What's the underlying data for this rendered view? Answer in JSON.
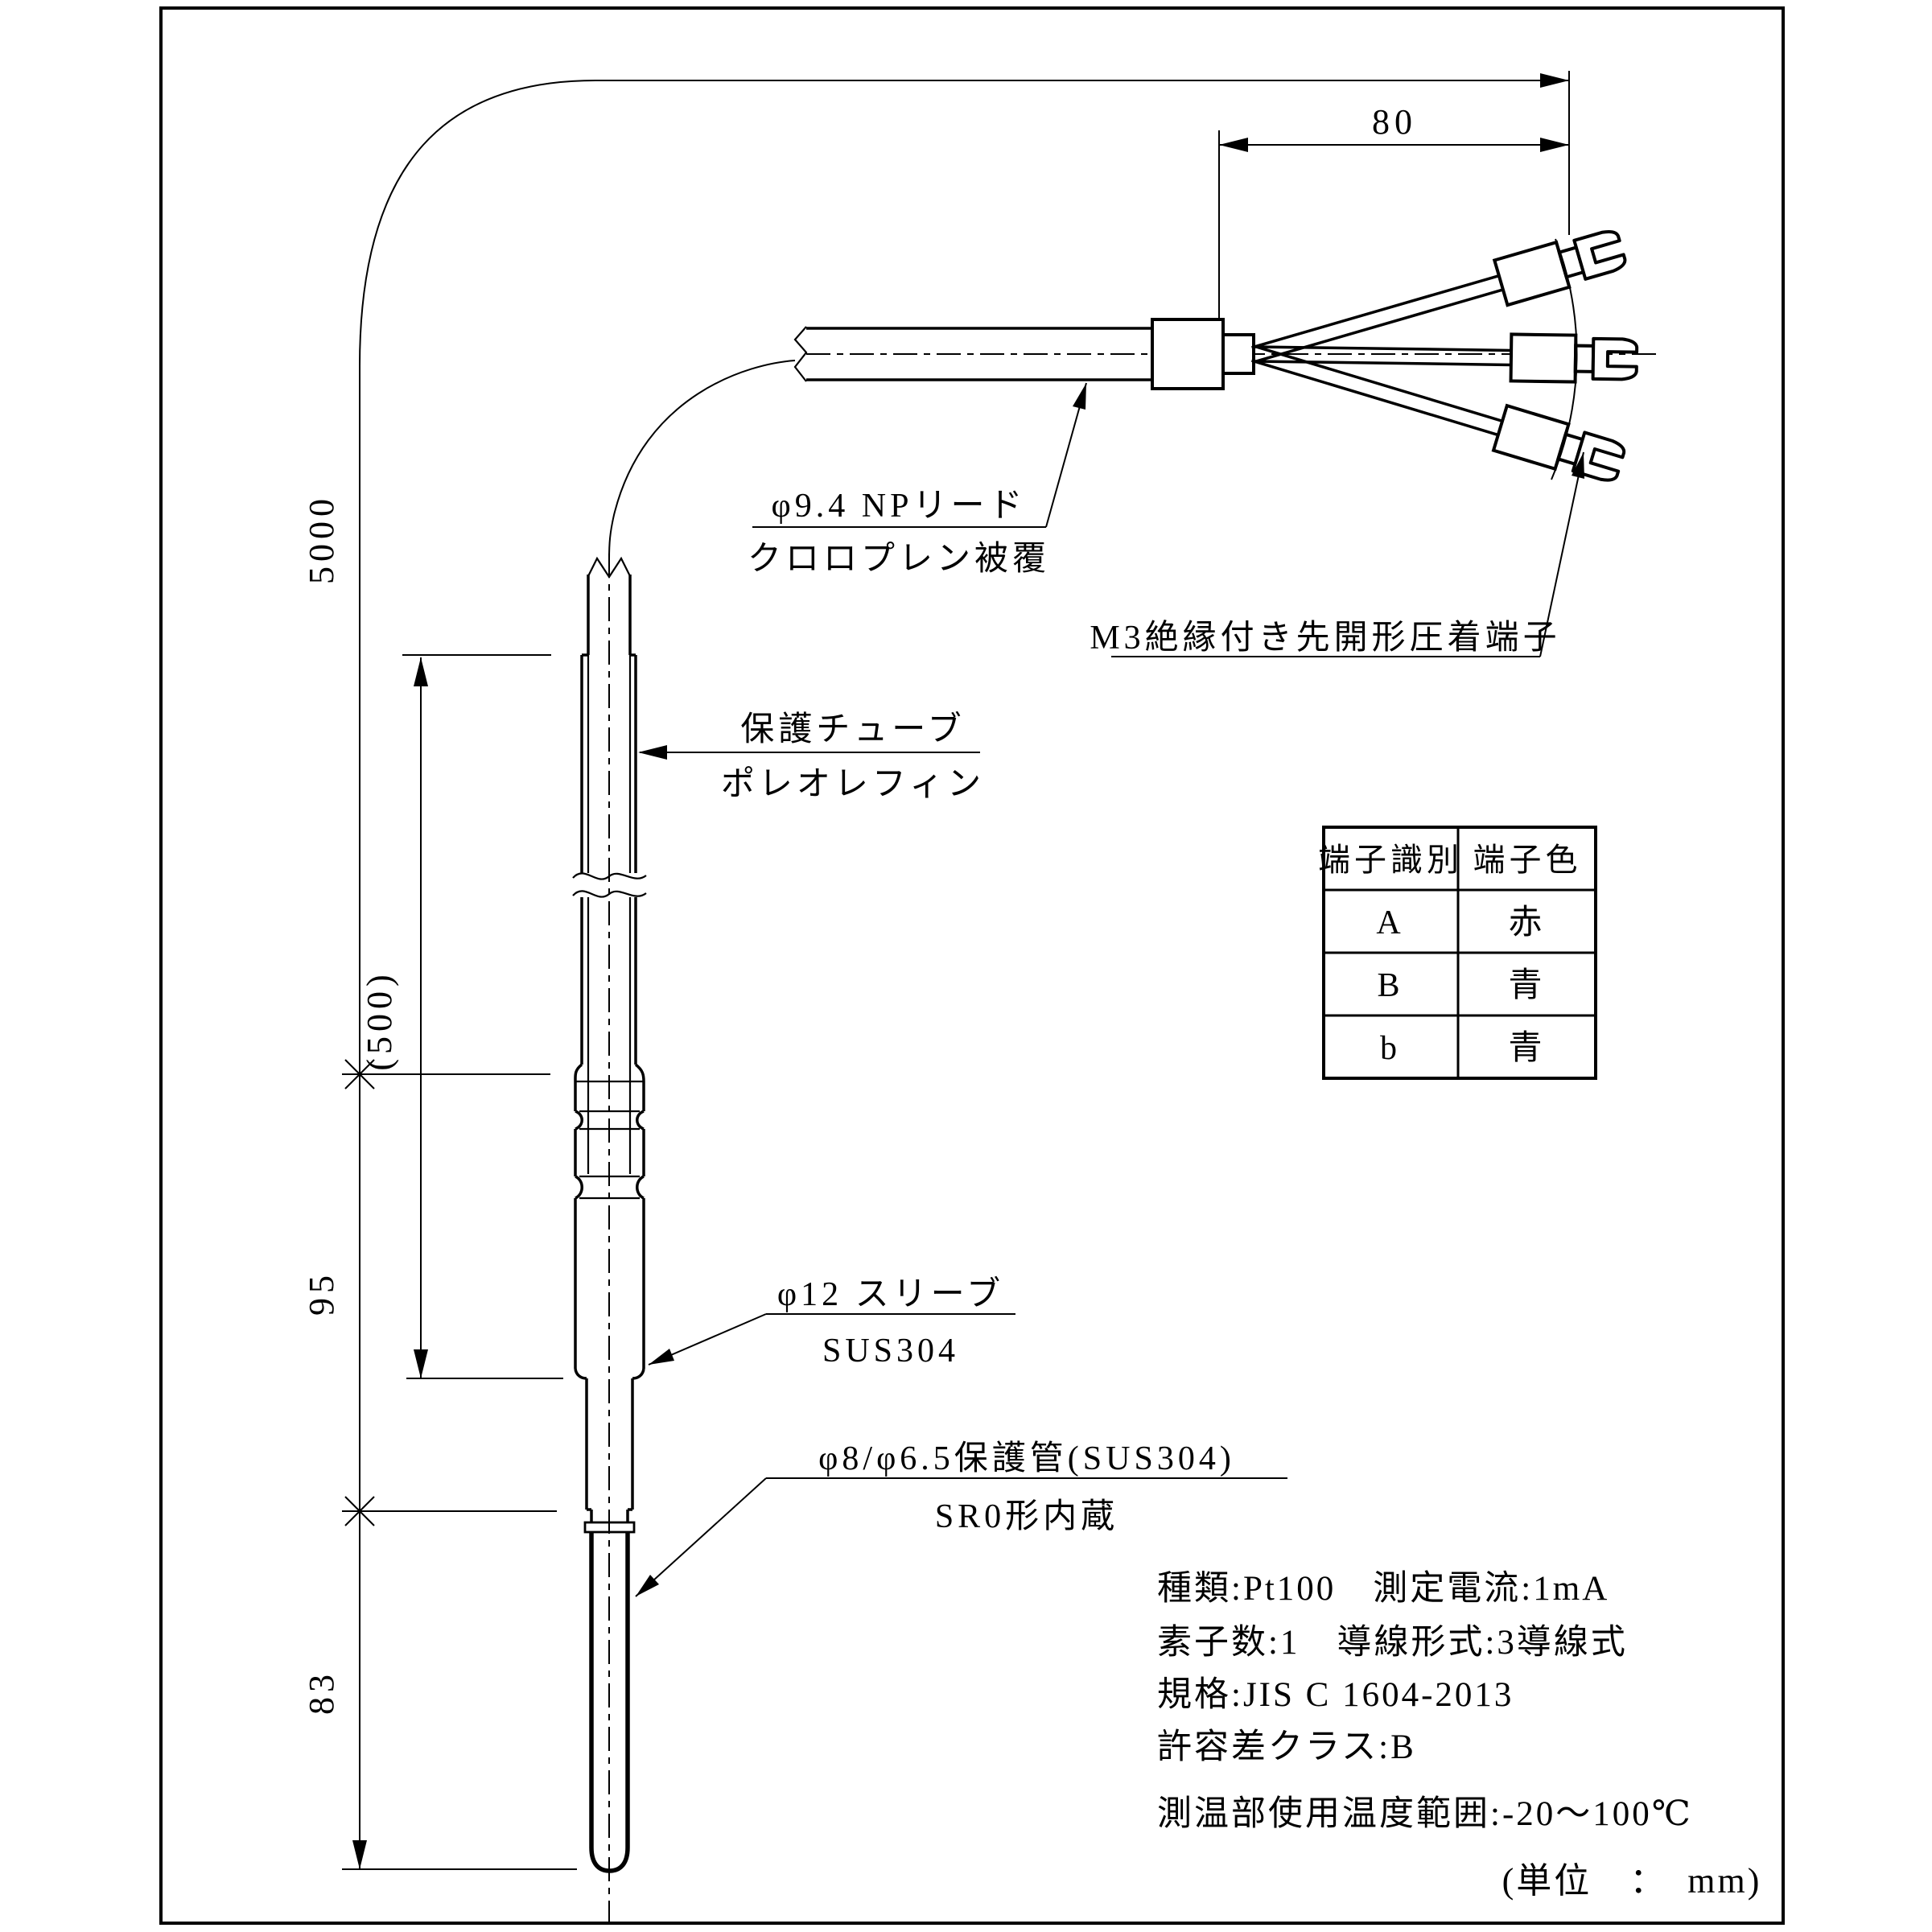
{
  "dims": {
    "total": "5000",
    "fan": "80",
    "tube": "(500)",
    "sleeve": "95",
    "probe": "83"
  },
  "labels": {
    "lead1": "φ9.4  NPリード",
    "lead2": "クロロプレン被覆",
    "terminal": "M3絶縁付き先開形圧着端子",
    "tube1": "保護チューブ",
    "tube2": "ポレオレフィン",
    "sleeve1": "φ12 スリーブ",
    "sleeve2": "SUS304",
    "sheath1": "φ8/φ6.5保護管(SUS304)",
    "sheath2": "SR0形内蔵"
  },
  "table": {
    "headers": [
      "端子識別",
      "端子色"
    ],
    "rows": [
      [
        "A",
        "赤"
      ],
      [
        "B",
        "青"
      ],
      [
        "b",
        "青"
      ]
    ]
  },
  "specs": {
    "line1": "種類:Pt100　測定電流:1mA",
    "line2": "素子数:1　導線形式:3導線式",
    "line3": "規格:JIS C 1604-2013",
    "line4": "許容差クラス:B",
    "line5": "測温部使用温度範囲:-20〜100℃"
  },
  "unit_note": "(単位　：　mm)"
}
